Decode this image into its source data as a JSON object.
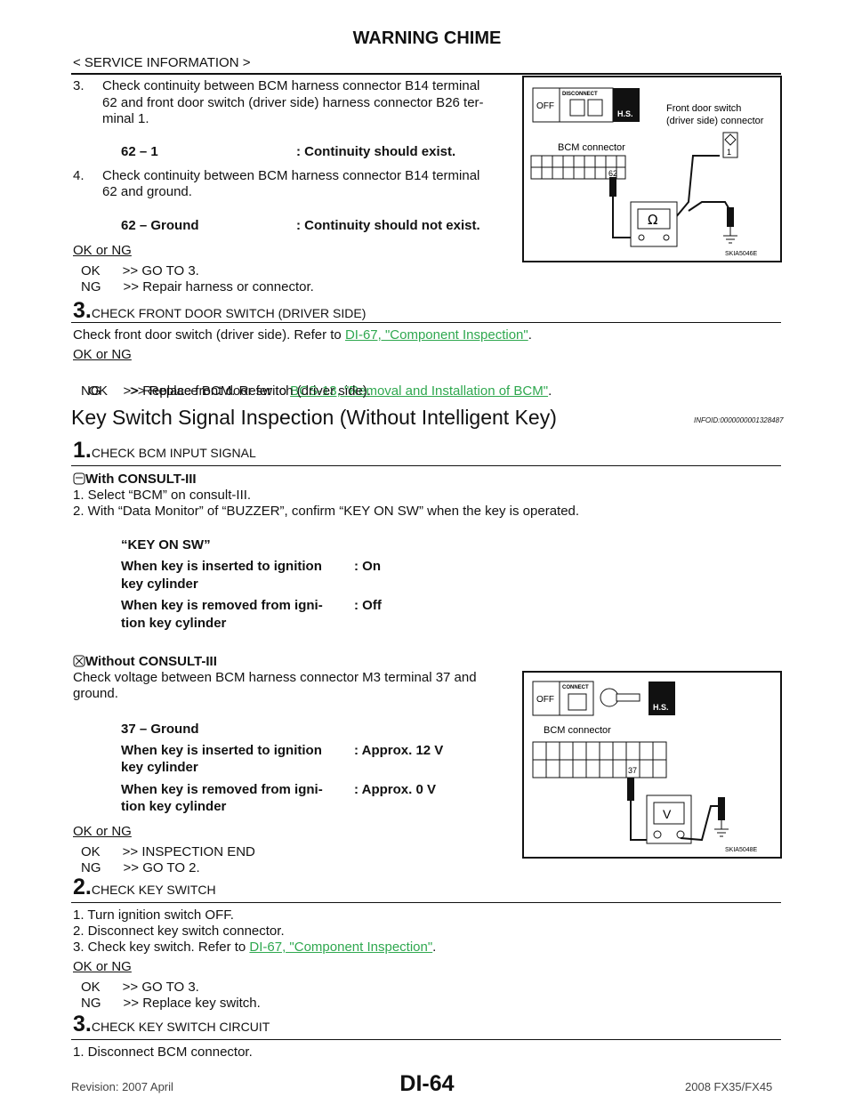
{
  "header": {
    "title": "WARNING CHIME",
    "section": "< SERVICE INFORMATION >"
  },
  "block1": {
    "step3_num": "3.",
    "step3_line1": "Check continuity between BCM harness connector B14 terminal",
    "step3_line2": "62 and front door switch (driver side) harness connector B26 ter-",
    "step3_line3": "minal 1.",
    "cond1_left": "62 – 1",
    "cond1_right": ": Continuity should exist.",
    "step4_num": "4.",
    "step4_line1": "Check continuity between BCM harness connector B14 terminal",
    "step4_line2": "62 and ground.",
    "cond2_left": "62 – Ground",
    "cond2_right": ": Continuity should not exist.",
    "okng": "OK or NG",
    "ok": "OK      >> GO TO 3.",
    "ng": "NG      >> Repair harness or connector."
  },
  "figure1": {
    "front_door_label1": "Front door switch",
    "front_door_label2": "(driver side) connector",
    "bcm_label": "BCM connector",
    "pin62": "62",
    "pin1": "1",
    "ohm": "Ω",
    "disconnect": "DISCONNECT",
    "hs": "H.S.",
    "off": "OFF",
    "id": "SKIA5046E"
  },
  "step3a": {
    "num": "3.",
    "title": "CHECK FRONT DOOR SWITCH (DRIVER SIDE)",
    "text_pre": "Check front door switch (driver side). Refer to ",
    "link": "DI-67, \"Component Inspection\"",
    "text_post": ".",
    "okng": "OK or NG",
    "ok_pre": "OK      >> Replace BCM. Refer to ",
    "ok_link": "BCS-13, \"Removal and Installation of BCM\"",
    "ok_post": ".",
    "ng": "NG      >> Replace front door switch (driver side)."
  },
  "section": {
    "title": "Key Switch Signal Inspection (Without Intelligent Key)",
    "infoid": "INFOID:0000000001328487"
  },
  "step1": {
    "num": "1.",
    "title": "CHECK BCM INPUT SIGNAL",
    "with": "With CONSULT-III",
    "l1": "1.  Select “BCM” on consult-III.",
    "l2": "2.  With “Data Monitor” of “BUZZER”, confirm “KEY ON SW” when the key is operated.",
    "mon_title": "“KEY ON SW”",
    "r1_left_a": "When key is inserted to ignition",
    "r1_left_b": "key cylinder",
    "r1_right": ": On",
    "r2_left_a": "When key is removed from igni-",
    "r2_left_b": "tion key cylinder",
    "r2_right": ": Off",
    "without": "Without CONSULT-III",
    "w1": "Check voltage between BCM harness connector M3 terminal 37 and",
    "w2": "ground.",
    "v_title": "37 – Ground",
    "v1_left_a": "When key is inserted to ignition",
    "v1_left_b": "key cylinder",
    "v1_right": ": Approx. 12 V",
    "v2_left_a": "When key is removed from igni-",
    "v2_left_b": "tion key cylinder",
    "v2_right": ": Approx. 0 V",
    "okng": "OK or NG",
    "ok": "OK      >> INSPECTION END",
    "ng": "NG      >> GO TO 2."
  },
  "figure2": {
    "connect": "CONNECT",
    "bcm_label": "BCM connector",
    "pin37": "37",
    "v": "V",
    "hs": "H.S.",
    "off": "OFF",
    "id": "SKIA5048E"
  },
  "step2": {
    "num": "2.",
    "title": "CHECK KEY SWITCH",
    "l1": "1.  Turn ignition switch OFF.",
    "l2": "2.  Disconnect key switch connector.",
    "l3_pre": "3.  Check key switch. Refer to ",
    "l3_link": "DI-67, \"Component Inspection\"",
    "l3_post": ".",
    "okng": "OK or NG",
    "ok": "OK      >> GO TO 3.",
    "ng": "NG      >> Replace key switch."
  },
  "step3b": {
    "num": "3.",
    "title": "CHECK KEY SWITCH CIRCUIT",
    "l1": "1.  Disconnect BCM connector."
  },
  "footer": {
    "page": "DI-64",
    "revision": "Revision: 2007 April",
    "model": "2008 FX35/FX45"
  }
}
